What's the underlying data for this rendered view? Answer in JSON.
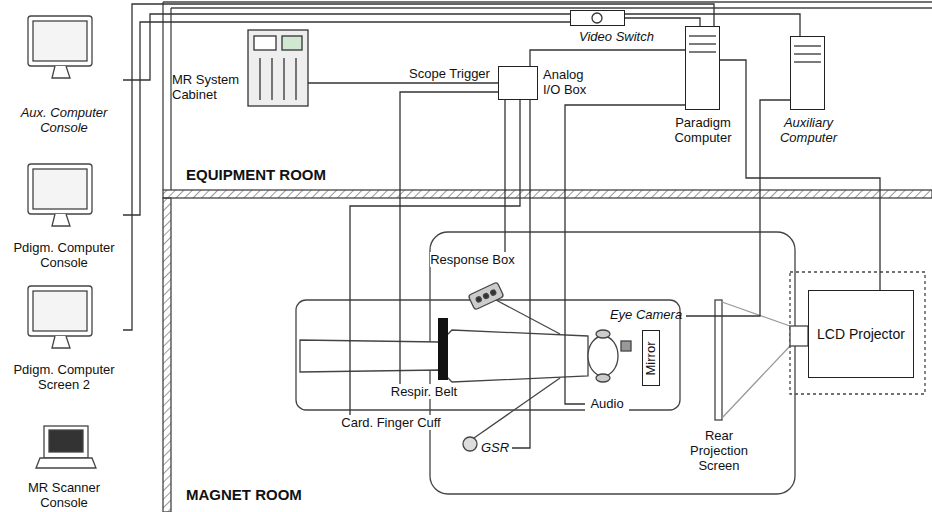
{
  "diagram": {
    "nodes": [
      {
        "text": [
          "Aux. Computer Console"
        ]
      },
      {
        "text": [
          "Pdigm. Computer Console"
        ]
      },
      {
        "text": [
          "Pdigm. Computer Screen 2"
        ]
      },
      {
        "text": [
          "MR Scanner Console"
        ]
      },
      {
        "text": [
          "EQUIPMENT ROOM"
        ]
      },
      {
        "text": [
          "MR System Cabinet"
        ],
        "in": 4
      },
      {
        "text": [
          "Analog I/O Box"
        ],
        "in": 4
      },
      {
        "text": [
          "Video Switch"
        ],
        "in": 4
      },
      {
        "text": [
          "Paradigm Computer"
        ],
        "in": 4
      },
      {
        "text": [
          "Auxiliary Computer"
        ],
        "in": 4
      },
      {
        "text": [
          "MAGNET ROOM"
        ]
      },
      {
        "text": [
          "Response Box"
        ],
        "in": 10
      },
      {
        "text": [
          "Eye Camera"
        ],
        "in": 10
      },
      {
        "text": [
          "Mirror"
        ],
        "in": 10
      },
      {
        "text": [
          "Audio"
        ],
        "in": 10
      },
      {
        "text": [
          "Respir. Belt"
        ],
        "in": 10
      },
      {
        "text": [
          "Card. Finger Cuff"
        ],
        "in": 10
      },
      {
        "text": [
          "GSR"
        ],
        "in": 10
      },
      {
        "text": [
          "Rear Projection Screen"
        ],
        "in": 10
      },
      {
        "text": [
          "LCD Projector"
        ],
        "in": 10
      }
    ],
    "edges": [
      {
        "from": 5,
        "to": 6,
        "label": "Scope Trigger",
        "arrow": "none"
      },
      {
        "from": 6,
        "to": 8,
        "arrow": "none"
      },
      {
        "from": 8,
        "to": 7,
        "arrow": "none"
      },
      {
        "from": 9,
        "to": 7,
        "arrow": "none"
      },
      {
        "from": 7,
        "to": 0,
        "arrow": "none"
      },
      {
        "from": 7,
        "to": 1,
        "arrow": "none"
      },
      {
        "from": 8,
        "to": 2,
        "arrow": "none"
      },
      {
        "from": 8,
        "to": 19,
        "arrow": "none"
      },
      {
        "from": 6,
        "to": 11,
        "arrow": "none"
      },
      {
        "from": 6,
        "to": 15,
        "arrow": "none"
      },
      {
        "from": 6,
        "to": 16,
        "arrow": "none"
      },
      {
        "from": 6,
        "to": 17,
        "arrow": "none"
      },
      {
        "from": 8,
        "to": 14,
        "arrow": "none"
      },
      {
        "from": 9,
        "to": 12,
        "arrow": "none"
      }
    ]
  }
}
